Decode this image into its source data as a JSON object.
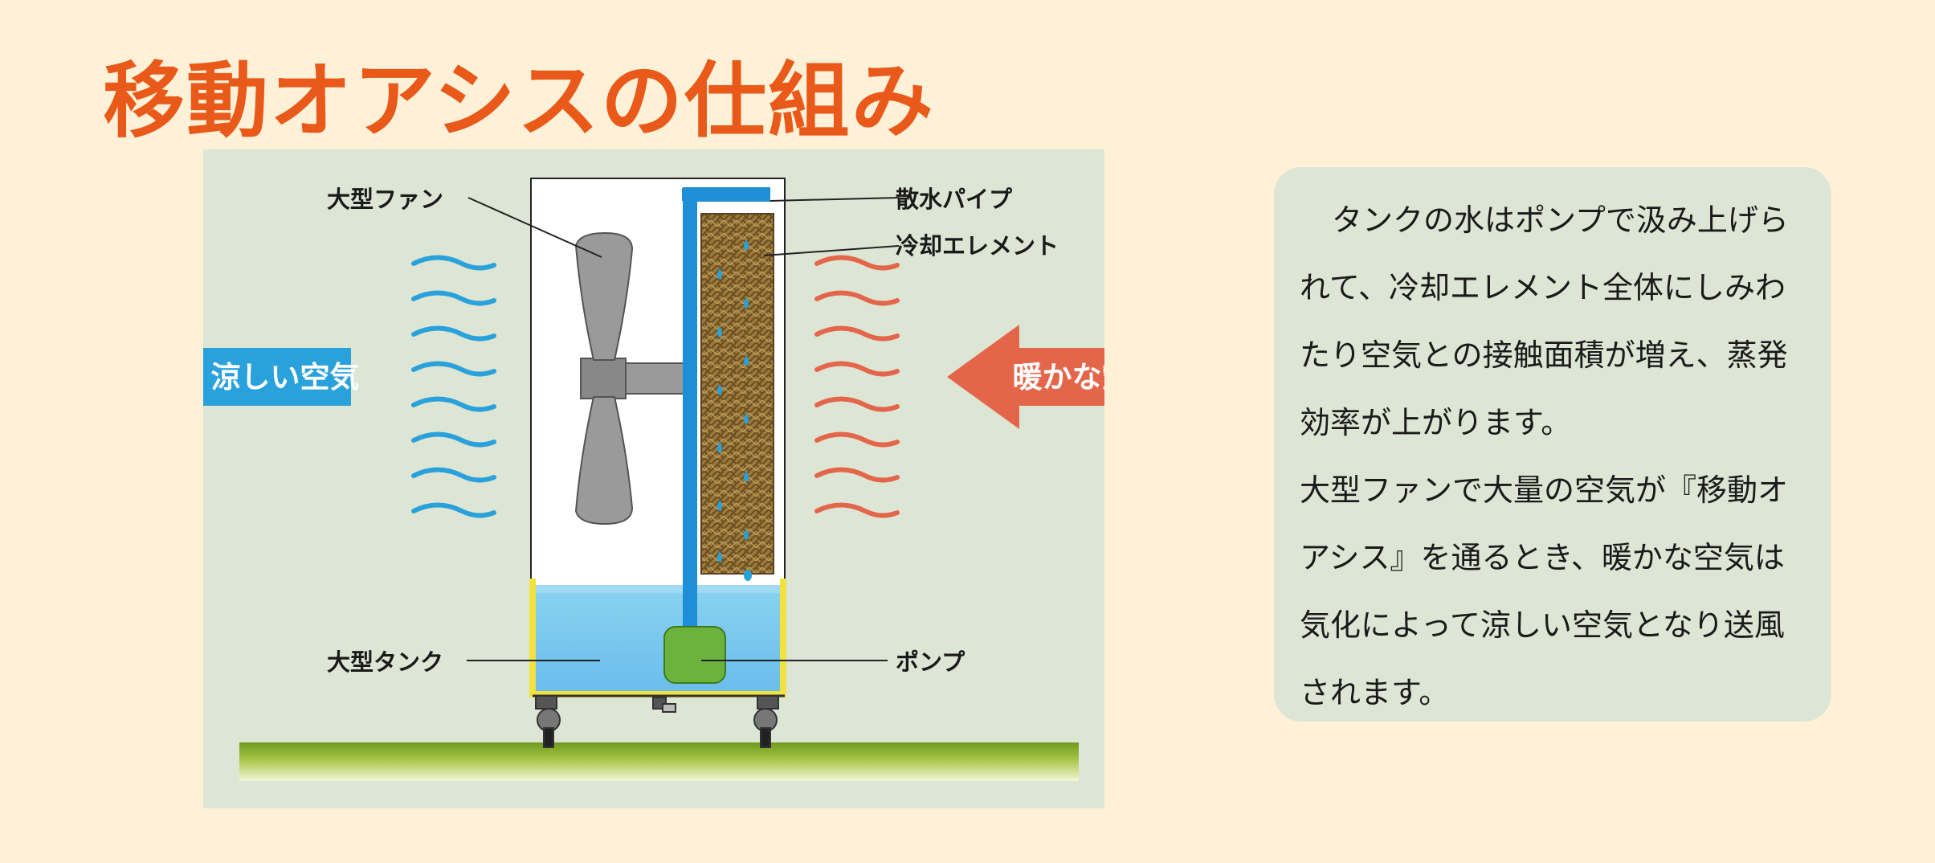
{
  "title": "移動オアシスの仕組み",
  "diagram": {
    "labels": {
      "fan": "大型ファン",
      "pipe": "散水パイプ",
      "element": "冷却エレメント",
      "tank": "大型タンク",
      "pump": "ポンプ"
    },
    "arrows": {
      "cool_air": "涼しい空気",
      "warm_air": "暖かな空気"
    },
    "colors": {
      "background_panel": "#dde5d4",
      "cool_air": "#29a1da",
      "warm_air": "#e4664a",
      "water": "#7fcbee",
      "tank_outline": "#f2e23f",
      "element": "#9c7a3c",
      "pipe": "#1e8fd6",
      "pump": "#6cb33e",
      "fan": "#9a9a9a",
      "ground": "#7ea62a"
    }
  },
  "callout": {
    "paragraph1": "タンクの水はポンプで汲み上げられて、冷却エレメント全体にしみわたり空気との接触面積が増え、蒸発効率が上がります。",
    "paragraph2": "大型ファンで大量の空気が『移動オアシス』を通るとき、暖かな空気は気化によって涼しい空気となり送風されます。"
  }
}
